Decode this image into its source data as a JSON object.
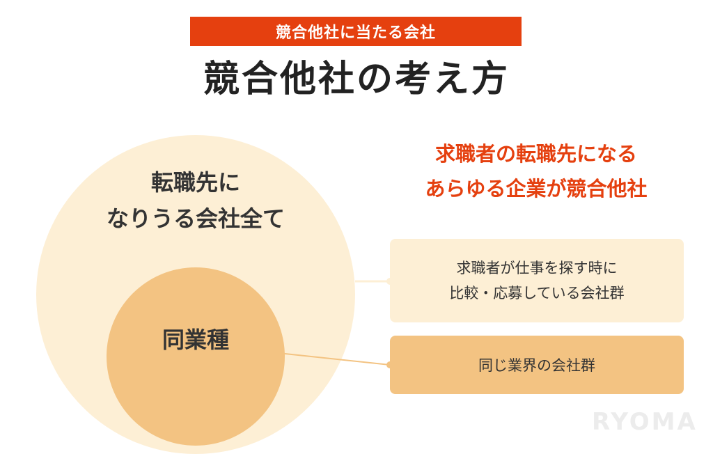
{
  "badge": {
    "text": "競合他社に当たる会社"
  },
  "title": {
    "text": "競合他社の考え方"
  },
  "outer_circle": {
    "line1": "転職先に",
    "line2": "なりうる会社全て"
  },
  "inner_circle": {
    "label": "同業種"
  },
  "headline": {
    "line1": "求職者の転職先になる",
    "line2": "あらゆる企業が競合他社"
  },
  "box_outer": {
    "line1": "求職者が仕事を探す時に",
    "line2": "比較・応募している会社群"
  },
  "box_inner": {
    "text": "同じ業界の会社群"
  },
  "logo": {
    "text": "RYOMA"
  },
  "colors": {
    "accent": "#e5400f",
    "light": "#fdefd5",
    "mid": "#f3c382",
    "text": "#333333"
  }
}
